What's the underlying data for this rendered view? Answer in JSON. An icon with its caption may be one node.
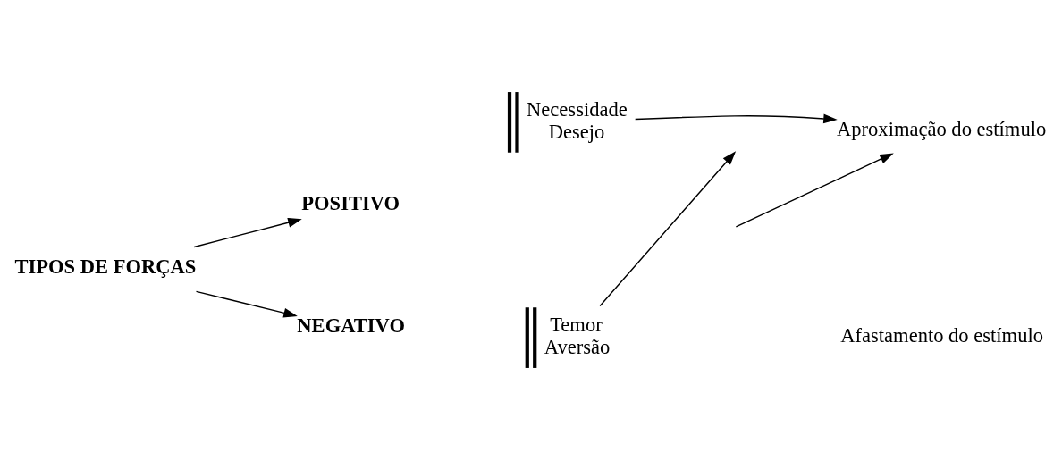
{
  "diagram": {
    "nodes": [
      {
        "text": [
          "TIPOS DE FORÇAS"
        ]
      },
      {
        "text": [
          "POSITIVO"
        ]
      },
      {
        "text": [
          "NEGATIVO"
        ]
      },
      {
        "text": [
          "Necessidade",
          "Desejo"
        ]
      },
      {
        "text": [
          "Temor",
          "Aversão"
        ]
      },
      {
        "text": [
          "Aproximação do estímulo"
        ]
      },
      {
        "text": [
          "Afastamento do estímulo"
        ]
      }
    ],
    "edges": [
      {
        "from": 0,
        "to": 1,
        "arrow": "to"
      },
      {
        "from": 0,
        "to": 2,
        "arrow": "to"
      },
      {
        "from": null,
        "to": 5,
        "arrow": "to"
      },
      {
        "from": 3,
        "to": 5,
        "arrow": "to"
      },
      {
        "from": 4,
        "to": null,
        "arrow": "to"
      }
    ]
  }
}
